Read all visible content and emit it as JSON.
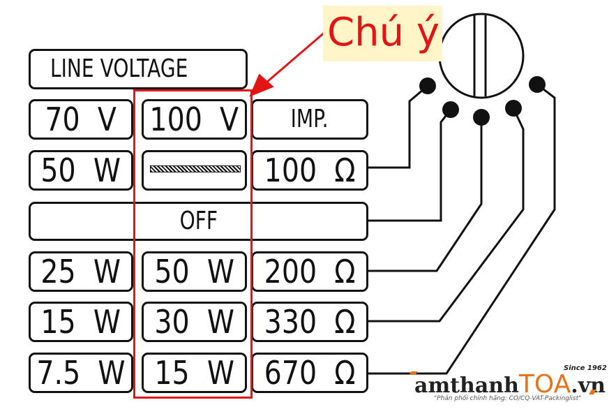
{
  "diagram": {
    "header": "LINE VOLTAGE",
    "rows": [
      {
        "col1": "70  V",
        "col2": "100  V",
        "col3": "IMP."
      },
      {
        "col1": "50  W",
        "col2": "",
        "col3": "100  Ω"
      },
      {
        "full": "OFF"
      },
      {
        "col1": "25  W",
        "col2": "50  W",
        "col3": "200  Ω"
      },
      {
        "col1": "15  W",
        "col2": "30  W",
        "col3": "330  Ω"
      },
      {
        "col1": "7.5  W",
        "col2": "15  W",
        "col3": "670  Ω"
      }
    ]
  },
  "annotation": {
    "text": "Chú ý",
    "color": "#e31414"
  },
  "logo": {
    "part1": "amthanh",
    "part2": "TOA",
    "part3": ".vn",
    "since": "Since 1962",
    "tagline": "\"Phân phối chính hãng: CO/CQ-VAT-Packinglist\"",
    "brand_color": "#e3741b"
  }
}
